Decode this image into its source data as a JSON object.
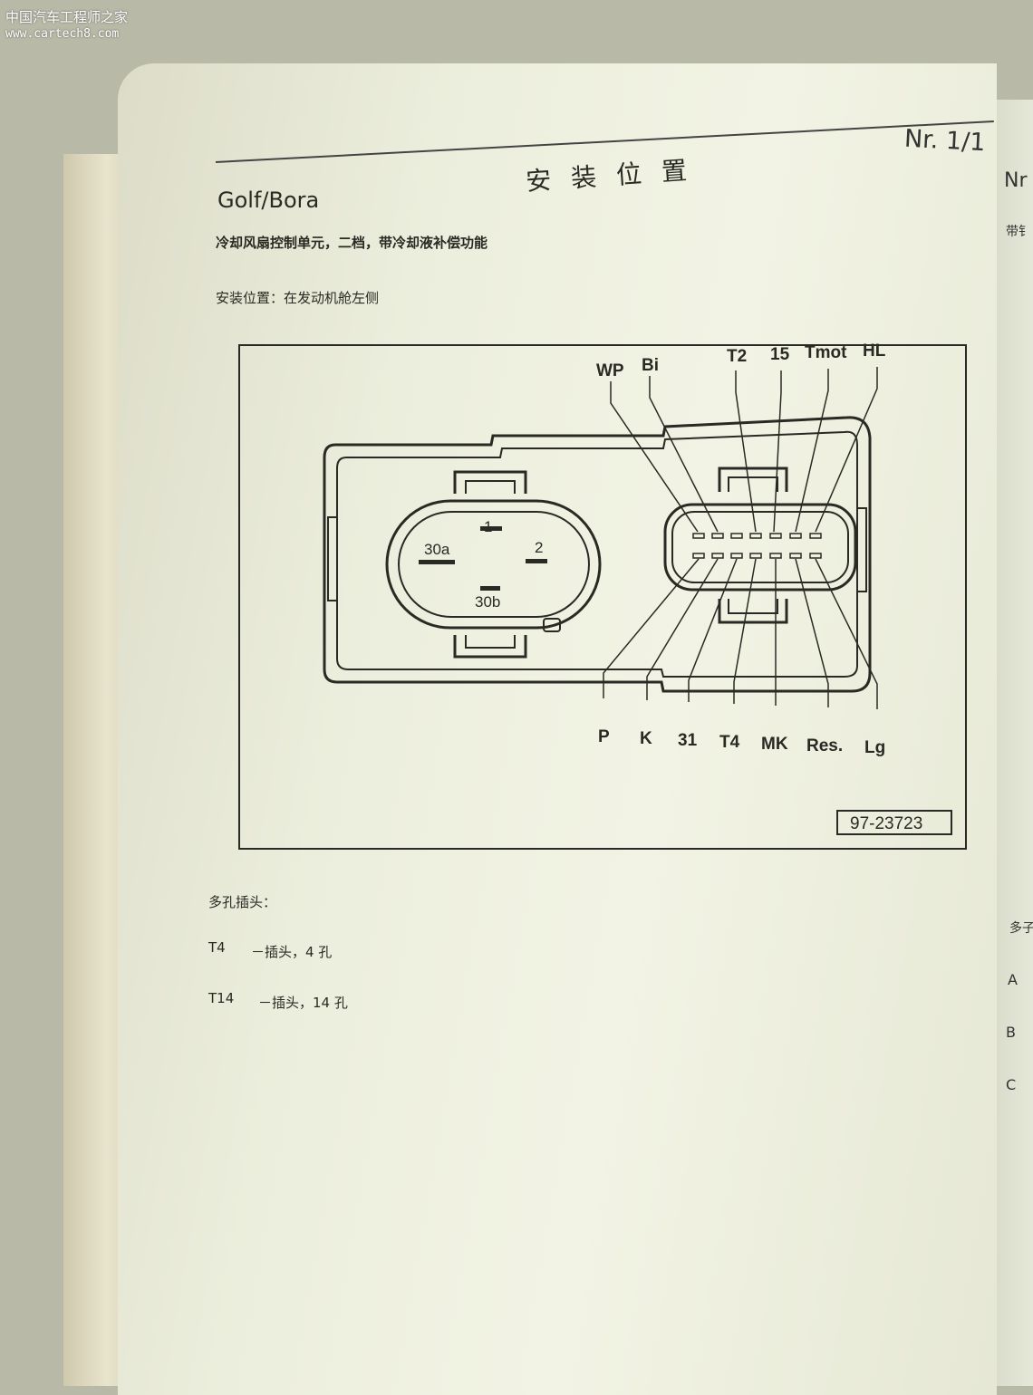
{
  "watermark": {
    "line1": "中国汽车工程师之家",
    "line2": "www.cartech8.com"
  },
  "header": {
    "page_number": "Nr. 1/1",
    "title": "安装位置",
    "brand": "Golf/Bora"
  },
  "component": {
    "description": "冷却风扇控制单元，二档，带冷却液补偿功能",
    "location": "安装位置：在发动机舱左侧"
  },
  "diagram": {
    "top_labels": [
      "WP",
      "Bi",
      "T2",
      "15",
      "Tmot",
      "HL"
    ],
    "bottom_labels": [
      "P",
      "K",
      "31",
      "T4",
      "MK",
      "Res.",
      "Lg"
    ],
    "big_connector_pins": [
      "1",
      "30a",
      "2",
      "30b"
    ],
    "figure_number": "97-23723"
  },
  "connectors": {
    "title": "多孔插头：",
    "items": [
      {
        "code": "T4",
        "desc": "－插头，4 孔"
      },
      {
        "code": "T14",
        "desc": "－插头，14 孔"
      }
    ]
  },
  "next_page": {
    "header": "Nr",
    "line1": "带钅",
    "line2": "多子",
    "letters": [
      "A",
      "B",
      "C"
    ]
  }
}
